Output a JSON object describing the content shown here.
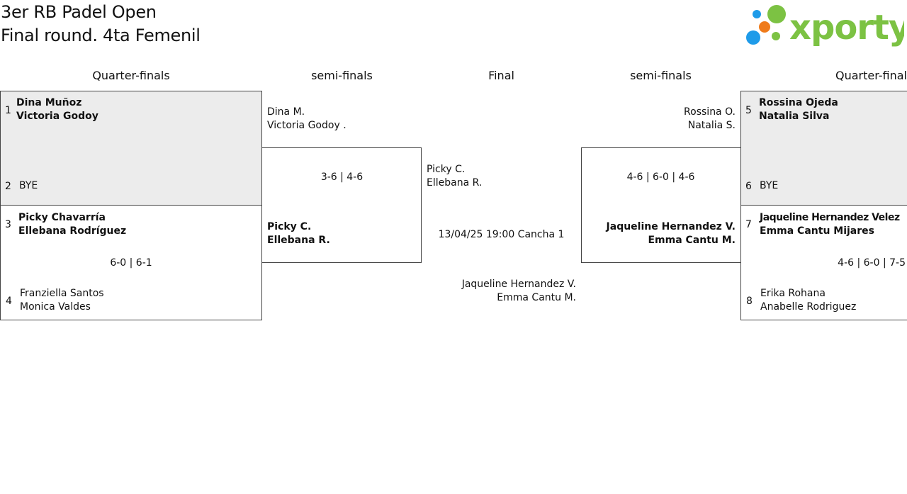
{
  "header": {
    "title_line1": "3er RB Padel Open",
    "title_line2": "Final round. 4ta Femenil",
    "logo_text": "xporty",
    "logo_colors": {
      "blue": "#1e9be9",
      "orange": "#ef7b1b",
      "green": "#7cc243"
    }
  },
  "rounds": {
    "left_quarters": "Quarter-finals",
    "left_semis": "semi-finals",
    "final": "Final",
    "right_semis": "semi-finals",
    "right_quarters": "Quarter-final"
  },
  "left_qf": {
    "match1": {
      "top_seed": "1",
      "top_p1": "Dina Muñoz",
      "top_p2": "Victoria Godoy",
      "bottom_seed": "2",
      "bottom_p1": "BYE"
    },
    "match2": {
      "top_seed": "3",
      "top_p1": "Picky Chavarría",
      "top_p2": "Ellebana Rodríguez",
      "score": "6-0 | 6-1",
      "bottom_seed": "4",
      "bottom_p1": "Franziella Santos",
      "bottom_p2": "Monica Valdes"
    }
  },
  "left_sf": {
    "top_p1": "Dina M.",
    "top_p2": "Victoria Godoy .",
    "score": "3-6 | 4-6",
    "bottom_p1": "Picky C.",
    "bottom_p2": "Ellebana R."
  },
  "final": {
    "top_p1": "Picky C.",
    "top_p2": "Ellebana R.",
    "schedule": "13/04/25 19:00 Cancha 1",
    "bottom_p1": "Jaqueline Hernandez V.",
    "bottom_p2": "Emma Cantu M."
  },
  "right_sf": {
    "top_p1": "Rossina O.",
    "top_p2": "Natalia S.",
    "score": "4-6 | 6-0 | 4-6",
    "bottom_p1": "Jaqueline Hernandez V.",
    "bottom_p2": "Emma Cantu M."
  },
  "right_qf": {
    "match1": {
      "top_seed": "5",
      "top_p1": "Rossina Ojeda",
      "top_p2": "Natalia Silva",
      "bottom_seed": "6",
      "bottom_p1": "BYE"
    },
    "match2": {
      "top_seed": "7",
      "top_p1": "Jaqueline Hernandez Velez",
      "top_p2": "Emma Cantu Mijares",
      "score": "4-6 | 6-0 | 7-5",
      "bottom_seed": "8",
      "bottom_p1": "Erika Rohana",
      "bottom_p2": "Anabelle Rodriguez"
    }
  }
}
